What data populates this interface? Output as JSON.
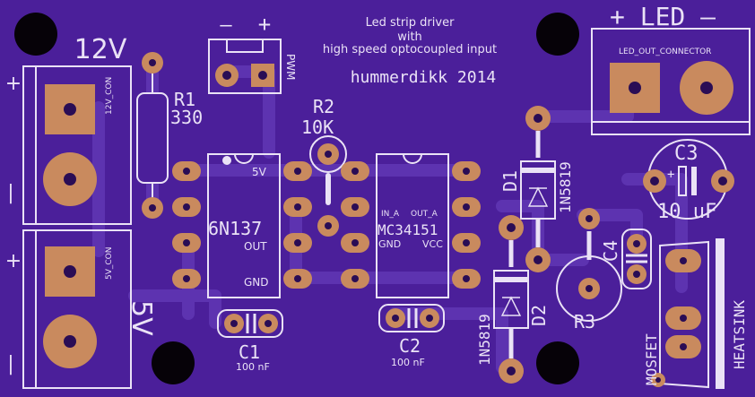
{
  "title_lines": [
    "Led strip driver",
    "with",
    "high speed optocoupled input"
  ],
  "author": "hummerdikk 2014",
  "pwm_label": "PWM",
  "pwm_minus": "—",
  "pwm_plus": "+",
  "power_12v_label": "12V",
  "power_12v_plus": "+",
  "power_12v_minus": "|",
  "con_12v_label": "12V_CON",
  "power_5v_label": "5V",
  "power_5v_plus": "+",
  "power_5v_minus": "|",
  "con_5v_label": "5V_CON",
  "led_header": "+ LED —",
  "led_connector_label": "LED_OUT_CONNECTOR",
  "r1_name": "R1",
  "r1_value": "330",
  "r2_name": "R2",
  "r2_value": "10K",
  "r3_name": "R3",
  "u1_name": "6N137",
  "u1_pin_5v": "5V",
  "u1_pin_out": "OUT",
  "u1_pin_gnd": "GND",
  "u2_name": "MC34151",
  "u2_in": "IN_A",
  "u2_out": "OUT_A",
  "u2_gnd": "GND",
  "u2_vcc": "VCC",
  "c1_name": "C1",
  "c1_value": "100 nF",
  "c2_name": "C2",
  "c2_value": "100 nF",
  "c3_name": "C3",
  "c3_value": "10 uF",
  "c3_plus": "+",
  "c4_name": "C4",
  "d1_name": "D1",
  "d1_part": "1N5819",
  "d2_name": "D2",
  "d2_part": "1N5819",
  "mosfet_label": "MOSFET",
  "heatsink_label": "HEATSINK"
}
